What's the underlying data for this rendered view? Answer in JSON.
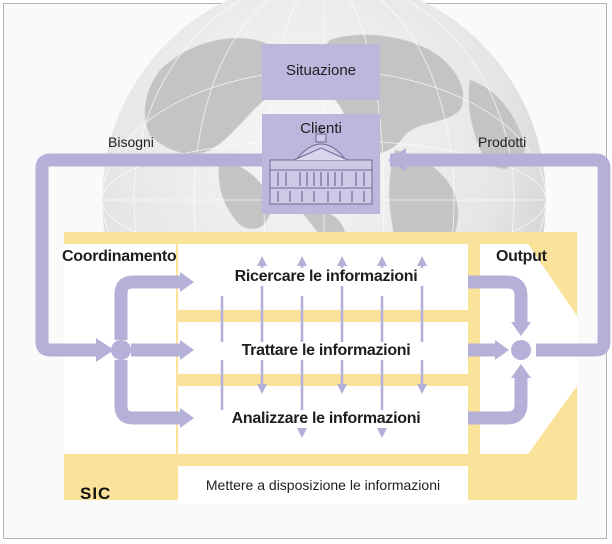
{
  "diagram": {
    "situation": "Situazione",
    "clients": "Clienti",
    "needs": "Bisogni",
    "products": "Prodotti",
    "coordination": "Coordinamento",
    "output": "Output",
    "processes": [
      "Ricercare le informazioni",
      "Trattare le informazioni",
      "Analizzare le informazioni"
    ],
    "dissemination": "Mettere a disposizione le informazioni",
    "organization": "SIC"
  },
  "colors": {
    "flow": "#b4b0d8",
    "box": "#bcb8dd",
    "panel": "#fbe29a",
    "white_box": "#ffffff",
    "globe_land": "#c6c6c6",
    "globe_sea": "#e9e9e9"
  },
  "icons": [
    "globe-icon",
    "parliament-building-icon"
  ]
}
